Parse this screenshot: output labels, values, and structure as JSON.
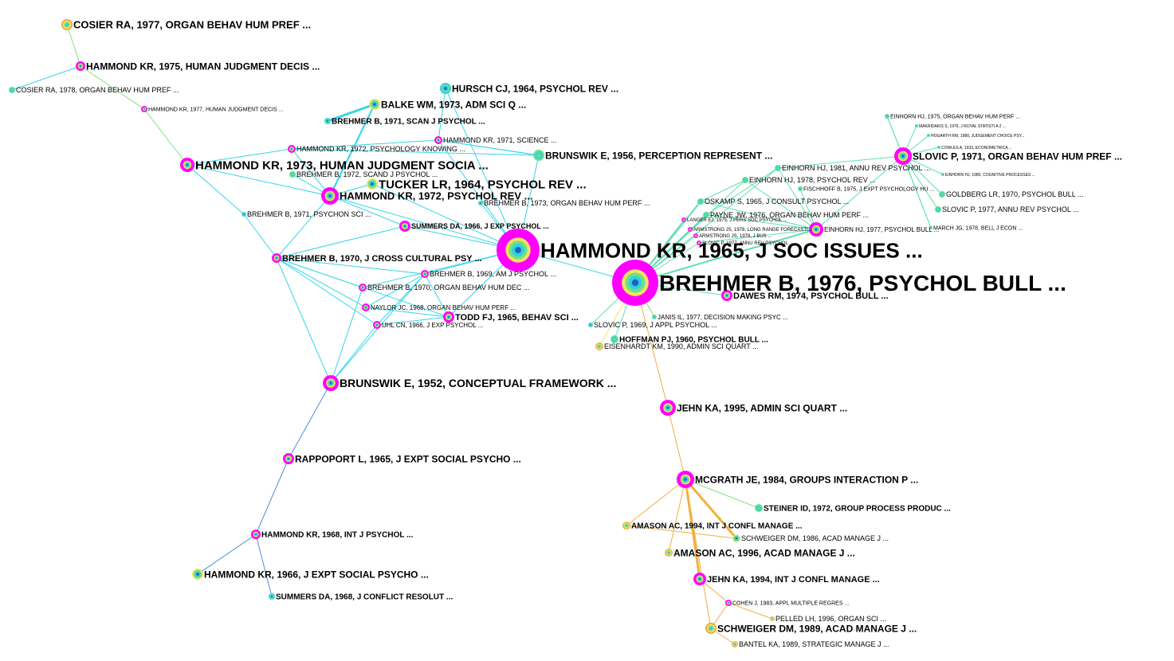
{
  "palette": {
    "magenta": "#ff00ff",
    "cyan_edge": "#33d6e8",
    "teal_edge": "#5fe0b0",
    "blue_edge": "#4a90d9",
    "orange_edge": "#f0b040",
    "green_edge": "#7ee07e",
    "yellow": "#f5e35a",
    "orange_node": "#f0a64a",
    "green_node": "#6ee08a",
    "cyan_node": "#2fd0e0",
    "blue_core": "#2060c0"
  },
  "nodes": [
    {
      "id": "cosier1977",
      "label": "COSIER RA,  1977,  ORGAN BEHAV HUM PREF ..."
    },
    {
      "id": "hammond1975",
      "label": "HAMMOND KR,  1975,  HUMAN JUDGMENT DECIS ..."
    },
    {
      "id": "cosier1978",
      "label": "COSIER RA,  1978,  ORGAN BEHAV HUM PREF ..."
    },
    {
      "id": "hammond1977",
      "label": "HAMMOND KR,  1977,  HUMAN JUDGMENT DECIS ..."
    },
    {
      "id": "hursch1964",
      "label": "HURSCH CJ,  1964,  PSYCHOL REV ..."
    },
    {
      "id": "balke1973",
      "label": "BALKE WM,  1973,  ADM SCI Q ..."
    },
    {
      "id": "brehmer1971a",
      "label": "BREHMER B,  1971,  SCAN J PSYCHOL ..."
    },
    {
      "id": "hammond1971",
      "label": "HAMMOND KR,  1971,  SCIENCE ..."
    },
    {
      "id": "brunswik1956",
      "label": "BRUNSWIK E,  1956,  PERCEPTION REPRESENT ..."
    },
    {
      "id": "hammond1972b",
      "label": "HAMMOND KR,  1972,  PSYCHOLOGY KNOWING ..."
    },
    {
      "id": "hammond1973",
      "label": "HAMMOND KR,  1973,  HUMAN JUDGMENT SOCIA ..."
    },
    {
      "id": "brehmer1972",
      "label": "BREHMER B,  1972,  SCAND J PSYCHOL ..."
    },
    {
      "id": "tucker1964",
      "label": "TUCKER LR,  1964,  PSYCHOL REV ..."
    },
    {
      "id": "hammond1972",
      "label": "HAMMOND KR,  1972,  PSYCHOL REV ..."
    },
    {
      "id": "brehmer1973",
      "label": "BREHMER B,  1973,  ORGAN BEHAV HUM PERF ..."
    },
    {
      "id": "brehmer1971b",
      "label": "BREHMER B,  1971,  PSYCHON SCI ..."
    },
    {
      "id": "summers1966",
      "label": "SUMMERS DA,  1966,  J EXP PSYCHOL ..."
    },
    {
      "id": "hammond1965",
      "label": "HAMMOND KR,  1965,  J SOC ISSUES ..."
    },
    {
      "id": "brehmer1970a",
      "label": "BREHMER B,  1970,  J CROSS CULTURAL PSY ..."
    },
    {
      "id": "brehmer1969",
      "label": "BREHMER B,  1969,  AM J PSYCHOL ..."
    },
    {
      "id": "brehmer1970b",
      "label": "BREHMER B,  1970,  ORGAN BEHAV HUM DEC ..."
    },
    {
      "id": "naylor1968",
      "label": "NAYLOR JC,  1968,  ORGAN BEHAV HUM PERF ..."
    },
    {
      "id": "todd1965",
      "label": "TODD FJ,  1965,  BEHAV SCI ..."
    },
    {
      "id": "uhl1966",
      "label": "UHL CN,  1966,  J EXP PSYCHOL ..."
    },
    {
      "id": "brehmer1976",
      "label": "BREHMER B,  1976,  PSYCHOL BULL ..."
    },
    {
      "id": "dawes1974",
      "label": "DAWES RM,  1974,  PSYCHOL BULL ..."
    },
    {
      "id": "janis1977",
      "label": "JANIS IL,  1977,  DECISION MAKING PSYC ..."
    },
    {
      "id": "slovic1969",
      "label": "SLOVIC P,  1969,  J APPL PSYCHOL ..."
    },
    {
      "id": "hoffman1960",
      "label": "HOFFMAN PJ,  1960,  PSYCHOL BULL ..."
    },
    {
      "id": "eisenhardt1990",
      "label": "EISENHARDT KM,  1990,  ADMIN SCI QUART ..."
    },
    {
      "id": "oskamp1965",
      "label": "OSKAMP S,  1965,  J CONSULT PSYCHOL ..."
    },
    {
      "id": "payne1976",
      "label": "PAYNE JW,  1976,  ORGAN BEHAV HUM PERF ..."
    },
    {
      "id": "langer1975",
      "label": "LANGER EJ,  1975,  J PERS SOC PSYCHOL ..."
    },
    {
      "id": "armstrong1978a",
      "label": "ARMSTRONG JS, 1978, LONG RANGE FORECASTI..."
    },
    {
      "id": "armstrong1978b",
      "label": "ARMSTRONG JS, 1978, J BUS ..."
    },
    {
      "id": "slovic1977b",
      "label": "SLOVIC P,  1977,  ANNU REV PSYCHOL ..."
    },
    {
      "id": "einhorn1981",
      "label": "EINHORN HJ,  1981,  ANNU REV PSYCHOL ..."
    },
    {
      "id": "einhorn1978",
      "label": "EINHORN HJ,  1978,  PSYCHOL REV ..."
    },
    {
      "id": "fischhoff1975",
      "label": "FISCHHOFF B,  1975,  J EXPT PSYCHOLOGY HU ..."
    },
    {
      "id": "einhorn1977",
      "label": "EINHORN HJ,  1977,  PSYCHOL BULL ..."
    },
    {
      "id": "einhorn1975",
      "label": "EINHORN HJ,  1975,  ORGAN BEHAV HUM PERF ..."
    },
    {
      "id": "makridakis1979",
      "label": "MAKRIDAKIS S,  1979,  J ROYAL STATISTI A 2 ..."
    },
    {
      "id": "hogarth1980",
      "label": "HOGARTH RM,  1980,  JUDGEMENT CHOICE PSY..."
    },
    {
      "id": "cowles1933",
      "label": "COWLES A,  1933,  ECONOMETRICA ..."
    },
    {
      "id": "slovic1971",
      "label": "SLOVIC P,  1971,  ORGAN BEHAV HUM PREF ..."
    },
    {
      "id": "einhorn1980",
      "label": "EINHORN HJ,  1980,  COGNITIVE PROCESSES ..."
    },
    {
      "id": "goldberg1970",
      "label": "GOLDBERG LR,  1970,  PSYCHOL BULL ..."
    },
    {
      "id": "slovic1977",
      "label": "SLOVIC P,  1977,  ANNU REV PSYCHOL ..."
    },
    {
      "id": "march1978",
      "label": "MARCH JG,  1978,  BELL J ECON ..."
    },
    {
      "id": "brunswik1952",
      "label": "BRUNSWIK E,  1952,  CONCEPTUAL FRAMEWORK ..."
    },
    {
      "id": "jehn1995",
      "label": "JEHN KA,  1995,  ADMIN SCI QUART ..."
    },
    {
      "id": "rappoport1965",
      "label": "RAPPOPORT L,  1965,  J EXPT SOCIAL PSYCHO ..."
    },
    {
      "id": "mcgrath1984",
      "label": "MCGRATH JE,  1984,  GROUPS INTERACTION P ..."
    },
    {
      "id": "steiner1972",
      "label": "STEINER ID,  1972,  GROUP PROCESS PRODUC ..."
    },
    {
      "id": "amason1994",
      "label": "AMASON AC,  1994,  INT J CONFL MANAGE ..."
    },
    {
      "id": "schweiger1986",
      "label": "SCHWEIGER DM,  1986,  ACAD MANAGE J ..."
    },
    {
      "id": "amason1996",
      "label": "AMASON AC,  1996,  ACAD MANAGE J ..."
    },
    {
      "id": "hammond1968",
      "label": "HAMMOND KR,  1968,  INT J PSYCHOL ..."
    },
    {
      "id": "jehn1994",
      "label": "JEHN KA,  1994,  INT J CONFL MANAGE ..."
    },
    {
      "id": "hammond1966",
      "label": "HAMMOND KR,  1966,  J EXPT SOCIAL PSYCHO ..."
    },
    {
      "id": "cohen1983",
      "label": "COHEN J,  1983,  APPL MULTIPLE REGRES ..."
    },
    {
      "id": "summers1968",
      "label": "SUMMERS DA,  1968,  J CONFLICT RESOLUT ..."
    },
    {
      "id": "pelled1996",
      "label": "PELLED LH,  1996,  ORGAN SCI ..."
    },
    {
      "id": "schweiger1989",
      "label": "SCHWEIGER DM,  1989,  ACAD MANAGE J ..."
    },
    {
      "id": "bantel1989",
      "label": "BANTEL KA,  1989,  STRATEGIC MANAGE J ..."
    }
  ]
}
